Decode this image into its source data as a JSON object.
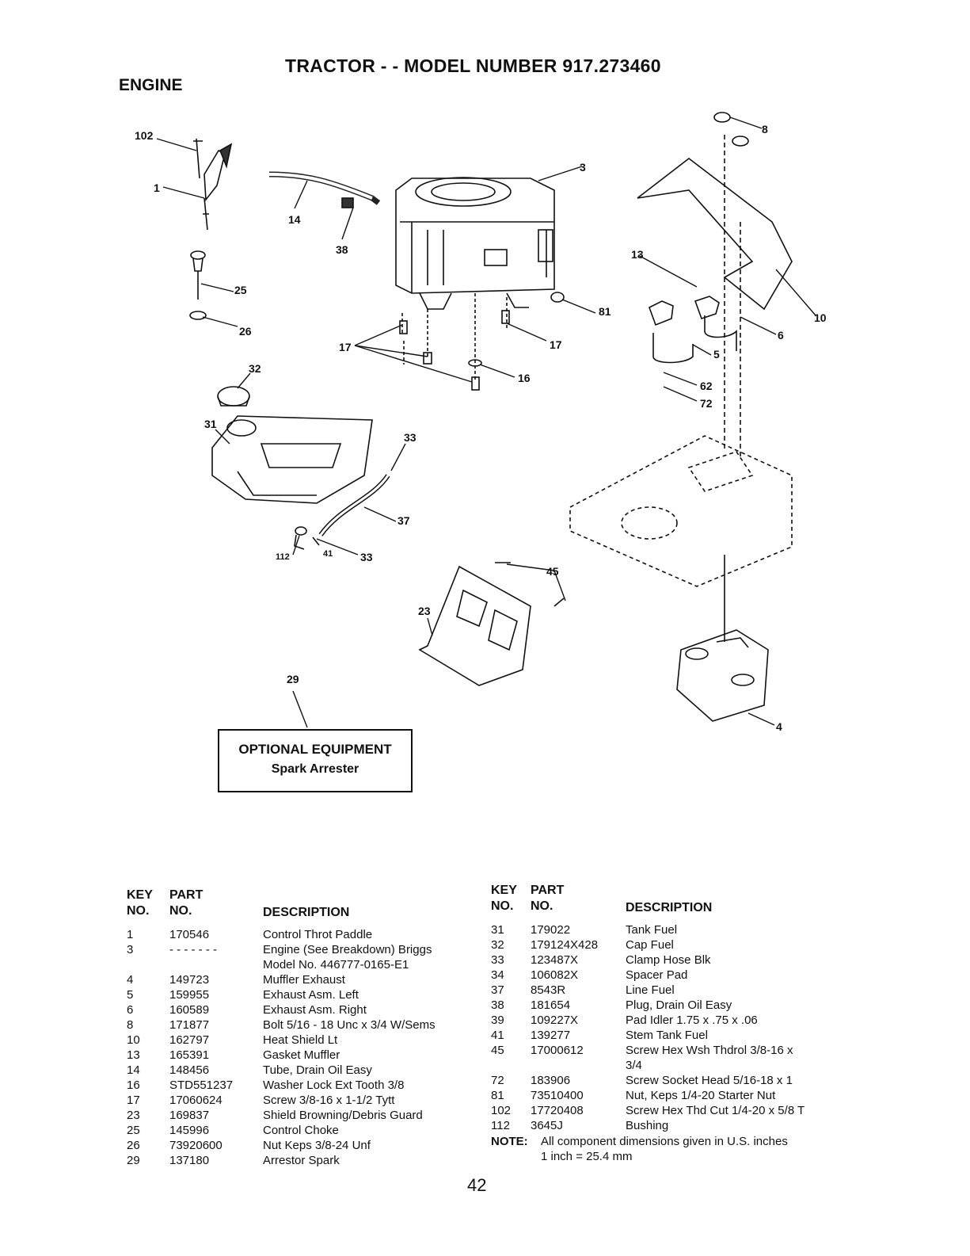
{
  "header": {
    "title": "TRACTOR - - MODEL NUMBER 917.273460",
    "section": "ENGINE"
  },
  "diagram": {
    "callouts": [
      "102",
      "1",
      "14",
      "38",
      "3",
      "8",
      "13",
      "10",
      "25",
      "26",
      "81",
      "17",
      "17",
      "6",
      "5",
      "16",
      "62",
      "72",
      "32",
      "31",
      "33",
      "37",
      "112",
      "41",
      "33",
      "45",
      "23",
      "29",
      "4"
    ]
  },
  "optional_box": {
    "heading": "OPTIONAL EQUIPMENT",
    "subheading": "Spark Arrester"
  },
  "left_table": {
    "headers": {
      "key_top": "KEY",
      "part_top": "PART",
      "key_bottom": "NO.",
      "part_bottom": "NO.",
      "description": "DESCRIPTION"
    },
    "rows": [
      {
        "key": "1",
        "part": "170546",
        "desc": "Control Throt Paddle"
      },
      {
        "key": "3",
        "part": "- - - - - - -",
        "desc": "Engine (See Breakdown) Briggs"
      },
      {
        "key": "",
        "part": "",
        "desc": "Model No. 446777-0165-E1"
      },
      {
        "key": "4",
        "part": "149723",
        "desc": "Muffler Exhaust"
      },
      {
        "key": "5",
        "part": "159955",
        "desc": "Exhaust Asm. Left"
      },
      {
        "key": "6",
        "part": "160589",
        "desc": "Exhaust Asm. Right"
      },
      {
        "key": "8",
        "part": "171877",
        "desc": "Bolt 5/16 - 18 Unc x 3/4 W/Sems"
      },
      {
        "key": "10",
        "part": "162797",
        "desc": "Heat Shield Lt"
      },
      {
        "key": "13",
        "part": "165391",
        "desc": "Gasket Muffler"
      },
      {
        "key": "14",
        "part": "148456",
        "desc": "Tube, Drain Oil Easy"
      },
      {
        "key": "16",
        "part": "STD551237",
        "desc": "Washer Lock Ext Tooth 3/8"
      },
      {
        "key": "17",
        "part": "17060624",
        "desc": "Screw 3/8-16 x 1-1/2 Tytt"
      },
      {
        "key": "23",
        "part": "169837",
        "desc": "Shield Browning/Debris Guard"
      },
      {
        "key": "25",
        "part": "145996",
        "desc": "Control Choke"
      },
      {
        "key": "26",
        "part": "73920600",
        "desc": "Nut Keps 3/8-24 Unf"
      },
      {
        "key": "29",
        "part": "137180",
        "desc": "Arrestor Spark"
      }
    ]
  },
  "right_table": {
    "headers": {
      "key_top": "KEY",
      "part_top": "PART",
      "key_bottom": "NO.",
      "part_bottom": "NO.",
      "description": "DESCRIPTION"
    },
    "rows": [
      {
        "key": "31",
        "part": "179022",
        "desc": "Tank Fuel"
      },
      {
        "key": "32",
        "part": "179124X428",
        "desc": "Cap Fuel"
      },
      {
        "key": "33",
        "part": "123487X",
        "desc": "Clamp Hose Blk"
      },
      {
        "key": "34",
        "part": "106082X",
        "desc": "Spacer Pad"
      },
      {
        "key": "37",
        "part": "8543R",
        "desc": "Line Fuel"
      },
      {
        "key": "38",
        "part": "181654",
        "desc": "Plug, Drain Oil Easy"
      },
      {
        "key": "39",
        "part": "109227X",
        "desc": "Pad Idler 1.75 x .75 x .06"
      },
      {
        "key": "41",
        "part": "139277",
        "desc": "Stem Tank Fuel"
      },
      {
        "key": "45",
        "part": "17000612",
        "desc": "Screw Hex Wsh Thdrol 3/8-16 x"
      },
      {
        "key": "",
        "part": "",
        "desc": "3/4"
      },
      {
        "key": "72",
        "part": "183906",
        "desc": "Screw Socket Head 5/16-18 x 1"
      },
      {
        "key": "81",
        "part": "73510400",
        "desc": "Nut, Keps 1/4-20 Starter Nut"
      },
      {
        "key": "102",
        "part": "17720408",
        "desc": "Screw Hex Thd Cut 1/4-20 x 5/8 T"
      },
      {
        "key": "112",
        "part": "3645J",
        "desc": "Bushing"
      }
    ],
    "note_label": "NOTE:",
    "note_text": "All component dimensions given in U.S. inches",
    "note_line2": "1 inch = 25.4 mm"
  },
  "page_number": "42"
}
